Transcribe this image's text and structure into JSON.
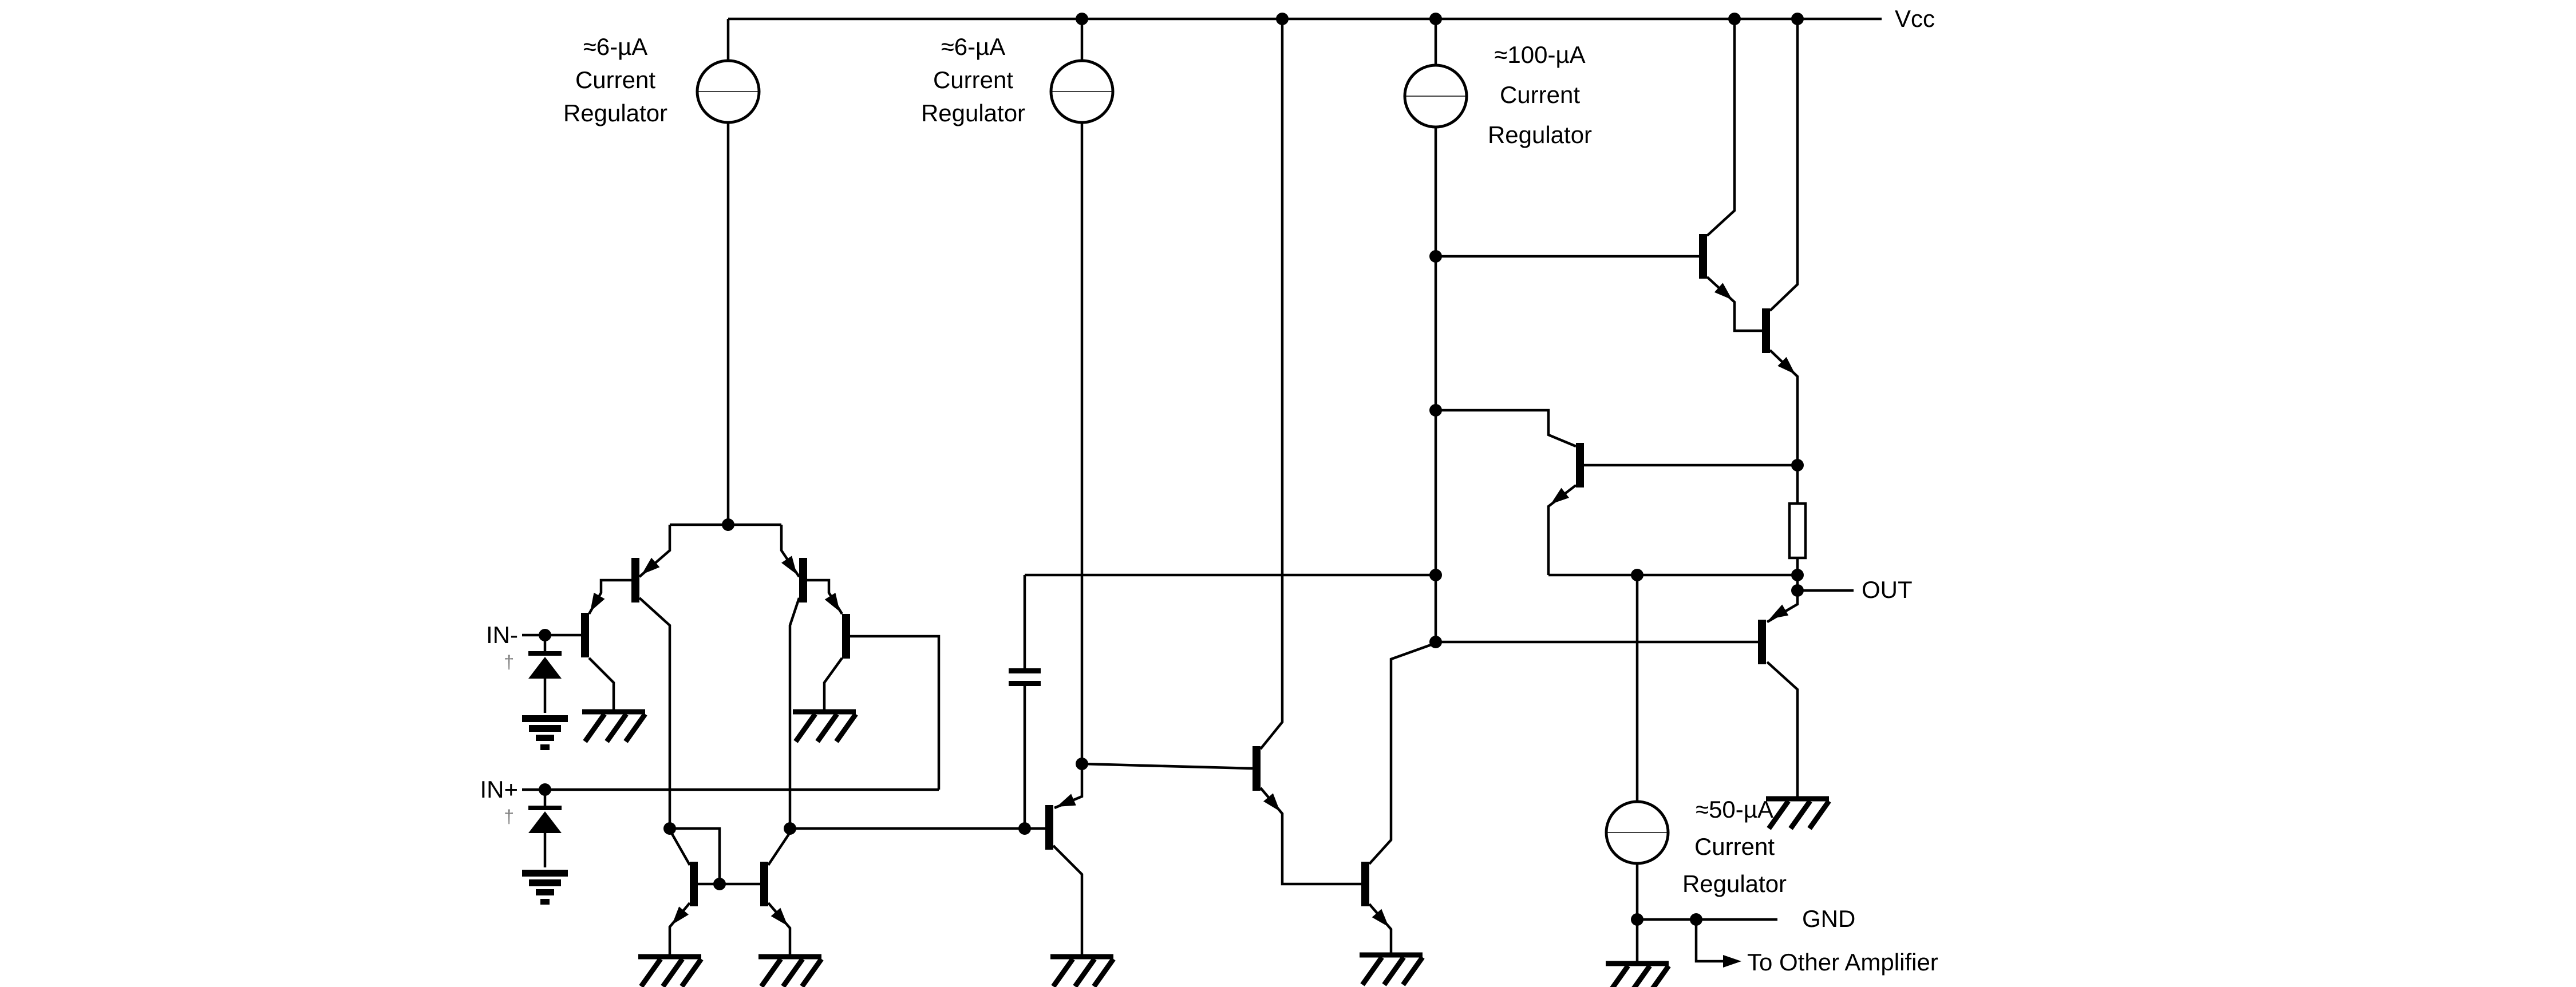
{
  "labels": {
    "vcc": "Vcc",
    "out": "OUT",
    "gnd": "GND",
    "in_minus": "IN-",
    "in_plus": "IN+",
    "to_other_amplifier": "To Other Amplifier",
    "dagger": "†"
  },
  "regulators": [
    {
      "value": "≈6-µA",
      "word1": "Current",
      "word2": "Regulator"
    },
    {
      "value": "≈6-µA",
      "word1": "Current",
      "word2": "Regulator"
    },
    {
      "value": "≈100-µA",
      "word1": "Current",
      "word2": "Regulator"
    },
    {
      "value": "≈50-µA",
      "word1": "Current",
      "word2": "Regulator"
    }
  ],
  "colors": {
    "line": "#000000",
    "background": "#ffffff",
    "dagger": "#808080"
  }
}
